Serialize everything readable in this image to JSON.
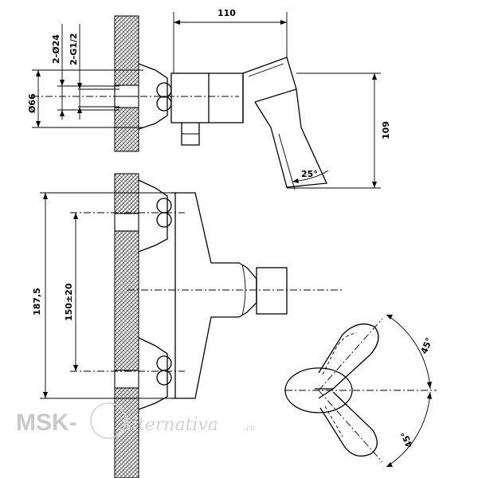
{
  "dimensions": {
    "top_width": "110",
    "top_height": "109",
    "handle_angle": "25°",
    "outer_diameter": "Ø66",
    "pipe_diameter": "2-Ø24",
    "thread": "2-G1/2",
    "height_total": "187,5",
    "pipe_spacing": "150±20",
    "angle_upper": "45°",
    "angle_lower": "45°"
  },
  "watermark": {
    "prefix": "MSK-",
    "name": "Alternativa",
    "suffix": ".ru"
  },
  "colors": {
    "line": "#000000",
    "watermark": "#c9c9c9",
    "wall_hatch": "#555555"
  }
}
